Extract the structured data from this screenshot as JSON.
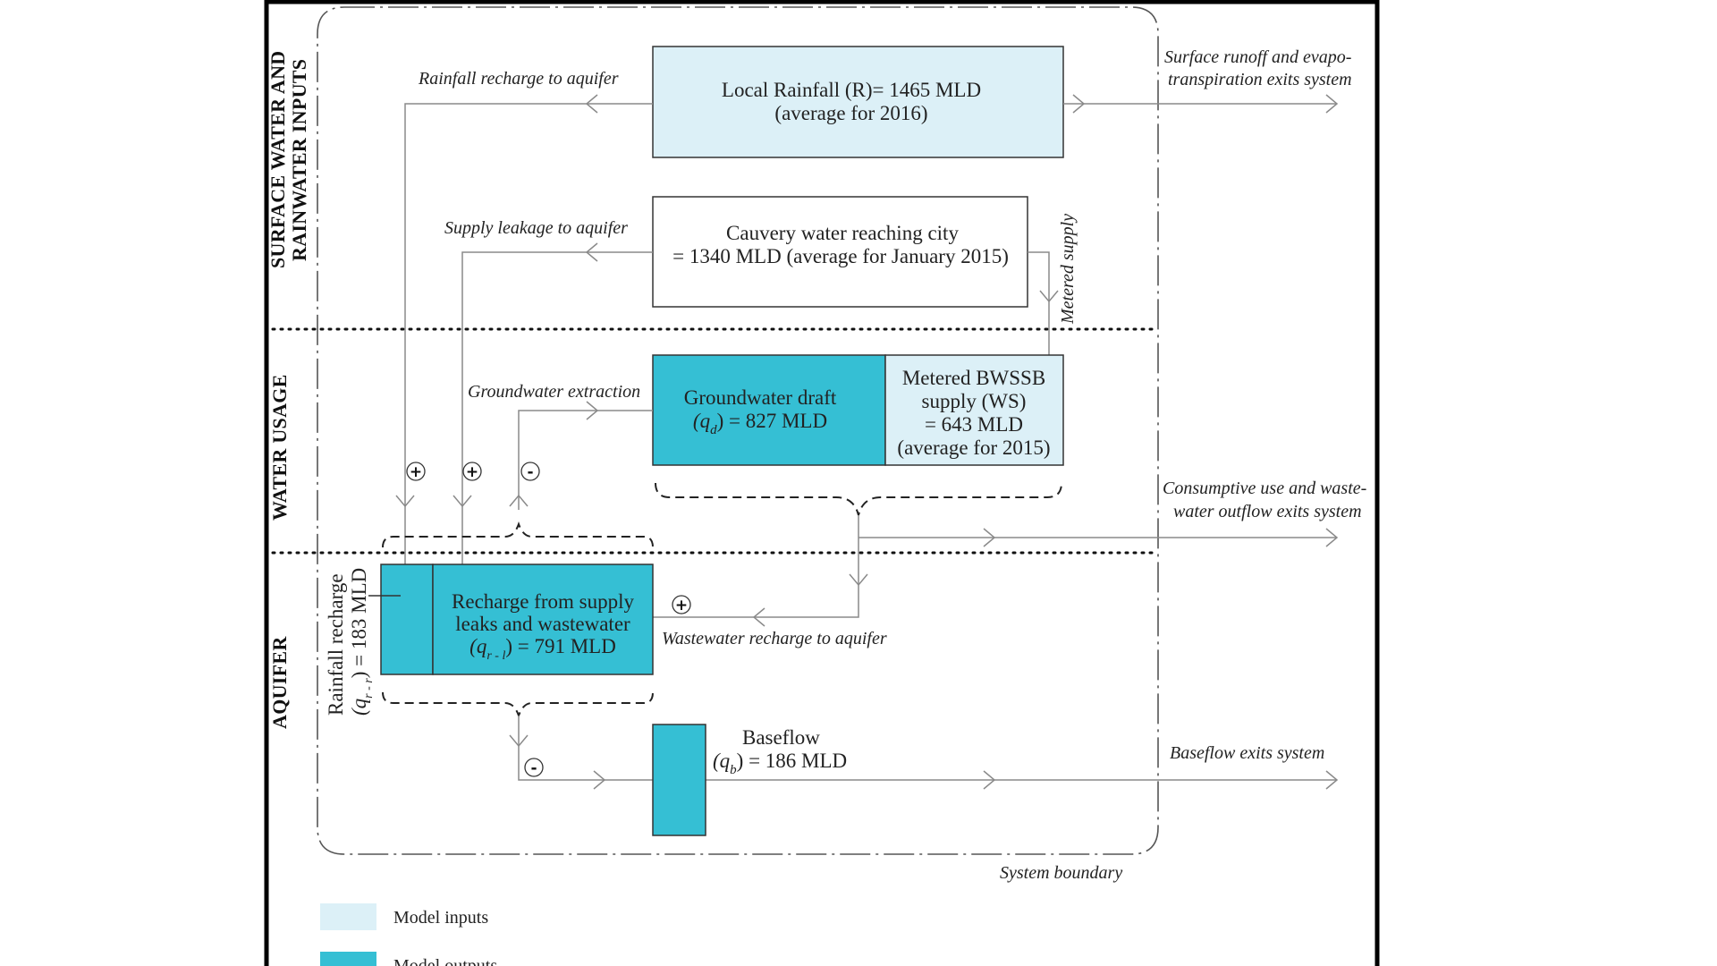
{
  "colors": {
    "input_fill": "#dcf0f7",
    "output_fill": "#35bfd4",
    "box_stroke": "#333333"
  },
  "sections": {
    "surface_line1": "SURFACE WATER AND",
    "surface_line2": "RAINWATER INPUTS",
    "water_usage": "WATER USAGE",
    "aquifer": "AQUIFER"
  },
  "boxes": {
    "local_rainfall": {
      "line1": "Local Rainfall (R)= 1465 MLD",
      "line2": "(average for 2016)",
      "type": "input"
    },
    "cauvery": {
      "line1": "Cauvery water reaching city",
      "line2": "= 1340 MLD (average for January 2015)",
      "type": "none"
    },
    "groundwater_draft": {
      "line1": "Groundwater draft",
      "line2_prefix": "(q",
      "line2_sub": "d",
      "line2_suffix": ") = 827 MLD",
      "type": "output"
    },
    "metered_supply": {
      "line1": "Metered BWSSB",
      "line2": "supply (WS)",
      "line3": "= 643 MLD",
      "line4": "(average for 2015)",
      "type": "input"
    },
    "recharge_supply": {
      "line1": "Recharge from supply",
      "line2": "leaks and wastewater",
      "line3_prefix": "(q",
      "line3_sub": "r - l",
      "line3_suffix": ") = 791 MLD",
      "type": "output"
    },
    "rainfall_recharge": {
      "line1": "Rainfall recharge",
      "line2_prefix": "(q",
      "line2_sub": "r - r",
      "line2_suffix": ") = 183 MLD",
      "type": "output"
    },
    "baseflow": {
      "line1": "Baseflow",
      "line2_prefix": "(q",
      "line2_sub": "b",
      "line2_suffix": ") = 186 MLD",
      "type": "output"
    }
  },
  "flow_labels": {
    "rainfall_recharge_to_aquifer": "Rainfall recharge to aquifer",
    "supply_leakage_to_aquifer": "Supply leakage to aquifer",
    "groundwater_extraction": "Groundwater extraction",
    "wastewater_recharge": "Wastewater recharge to aquifer",
    "metered_supply": "Metered supply",
    "surface_runoff_line1": "Surface runoff and evapo-",
    "surface_runoff_line2": "transpiration exits system",
    "consumptive_line1": "Consumptive use and waste-",
    "consumptive_line2": "water outflow exits system",
    "baseflow_exits": "Baseflow exits system",
    "system_boundary": "System boundary"
  },
  "signs": {
    "rainfall_in": "+",
    "leakage_in": "+",
    "extraction_out": "-",
    "wastewater_in": "+",
    "baseflow_out": "-"
  },
  "legend": {
    "inputs": "Model inputs",
    "outputs": "Model outputs"
  }
}
